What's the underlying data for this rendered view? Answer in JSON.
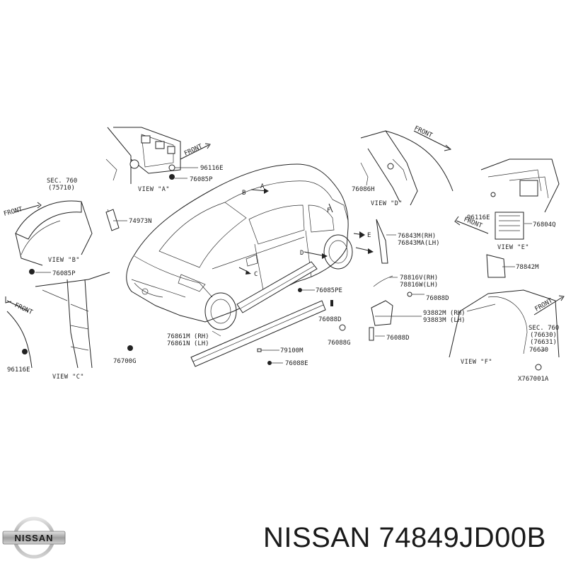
{
  "diagram": {
    "part_labels": [
      "96116E",
      "76085P",
      "74973N",
      "76085P",
      "96116E",
      "76861M (RH)",
      "76861N (LH)",
      "76700G",
      "79100M",
      "76088E",
      "76085PE",
      "76088D",
      "76088G",
      "76088D",
      "76088D",
      "93882M (RH)",
      "93883M (LH)",
      "76086H",
      "96116E",
      "76804Q",
      "76843M(RH)",
      "76843MA(LH)",
      "78816V(RH)",
      "78816W(LH)",
      "78842M",
      "76630",
      "X767001A"
    ],
    "sec_refs": [
      {
        "title": "SEC. 760",
        "code": "(75710)"
      },
      {
        "title": "SEC. 760",
        "code": "(76630)",
        "code2": "(76631)"
      }
    ],
    "views": [
      "VIEW \"A\"",
      "VIEW \"B\"",
      "VIEW \"C\"",
      "VIEW \"D\"",
      "VIEW \"E\"",
      "VIEW \"F\""
    ],
    "arrow_letters": [
      "A",
      "B",
      "C",
      "D",
      "E",
      "F"
    ],
    "front_labels": [
      "FRONT",
      "FRONT",
      "FRONT",
      "FRONT",
      "FRONT",
      "FRONT"
    ]
  },
  "brand": {
    "logo_text": "NISSAN",
    "caption": "NISSAN 74849JD00B"
  },
  "colors": {
    "ink": "#222222",
    "background": "#ffffff",
    "logo_silver": "#b8b8b8"
  }
}
